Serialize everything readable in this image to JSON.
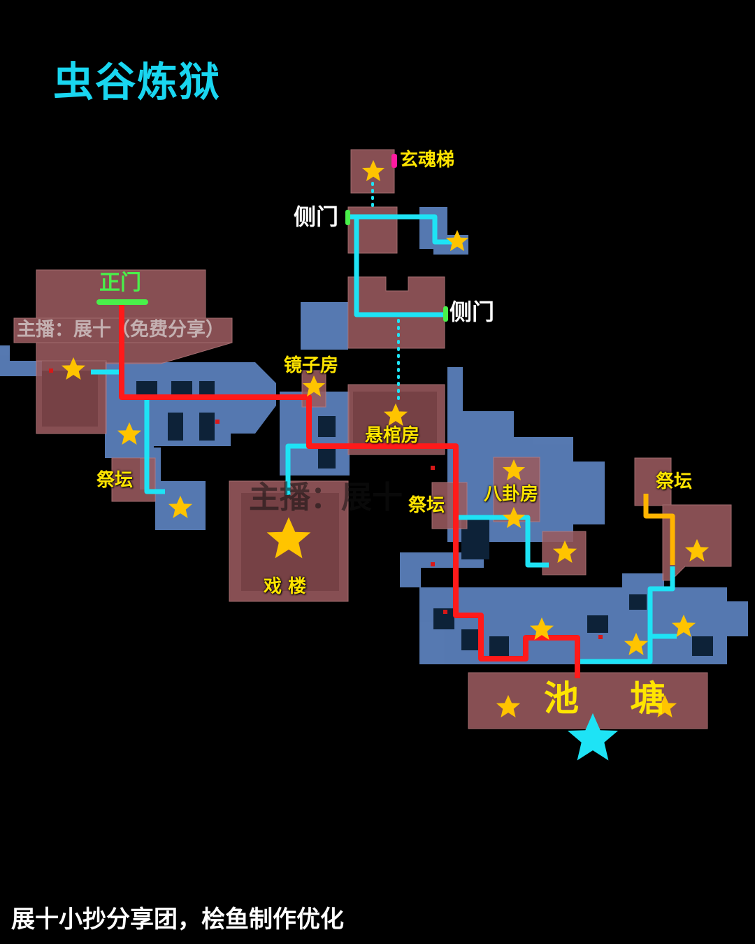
{
  "title": "虫谷炼狱",
  "streamer_note": "主播：展十（免费分享）",
  "watermark": "主播：展十",
  "footer": "展十小抄分享团，桧鱼制作优化",
  "colors": {
    "background": "#000000",
    "title": "#19d6f0",
    "room": "#9a5b5f",
    "corridor": "#5f86c4",
    "main_route": "#ff1a1a",
    "side_route": "#1ee3f5",
    "alt_route": "#ffb400",
    "star": "#ffc400",
    "goal_star": "#1ee3f5"
  },
  "locations": {
    "xuanhunti": "玄魂梯",
    "side_door_upper": "侧门",
    "side_door_right": "侧门",
    "main_gate": "正门",
    "mirror_room": "镜子房",
    "coffin_room": "悬棺房",
    "altar_left": "祭坛",
    "theater": "戏 楼",
    "altar_mid": "祭坛",
    "bagua_room": "八卦房",
    "altar_right": "祭坛",
    "pond": "池 塘"
  },
  "icons": [
    "star-icon",
    "goal-star-icon"
  ]
}
